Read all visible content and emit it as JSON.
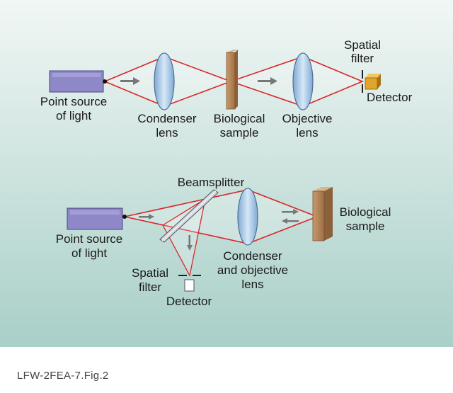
{
  "colors": {
    "panel_top": "#f1f7f5",
    "panel_bottom": "#a9cfc8",
    "beam": "#d9262a",
    "lens_fill": "#a7c9e6",
    "lens_stroke": "#4c6f95",
    "source_fill": "#8f88c8",
    "sample_fill": "#b78a5c",
    "detector_fill": "#e0a52c"
  },
  "top_panel": {
    "point_source_line1": "Point source",
    "point_source_line2": "of light",
    "condenser_line1": "Condenser",
    "condenser_line2": "lens",
    "sample_line1": "Biological",
    "sample_line2": "sample",
    "objective_line1": "Objective",
    "objective_line2": "lens",
    "spatial_filter_line1": "Spatial",
    "spatial_filter_line2": "filter",
    "detector": "Detector"
  },
  "bottom_panel": {
    "beamsplitter": "Beamsplitter",
    "point_source_line1": "Point source",
    "point_source_line2": "of light",
    "sample_line1": "Biological",
    "sample_line2": "sample",
    "condenser_line1": "Condenser",
    "condenser_line2": "and objective",
    "condenser_line3": "lens",
    "spatial_filter_line1": "Spatial",
    "spatial_filter_line2": "filter",
    "detector": "Detector"
  },
  "caption": "LFW-2FEA-7.Fig.2"
}
